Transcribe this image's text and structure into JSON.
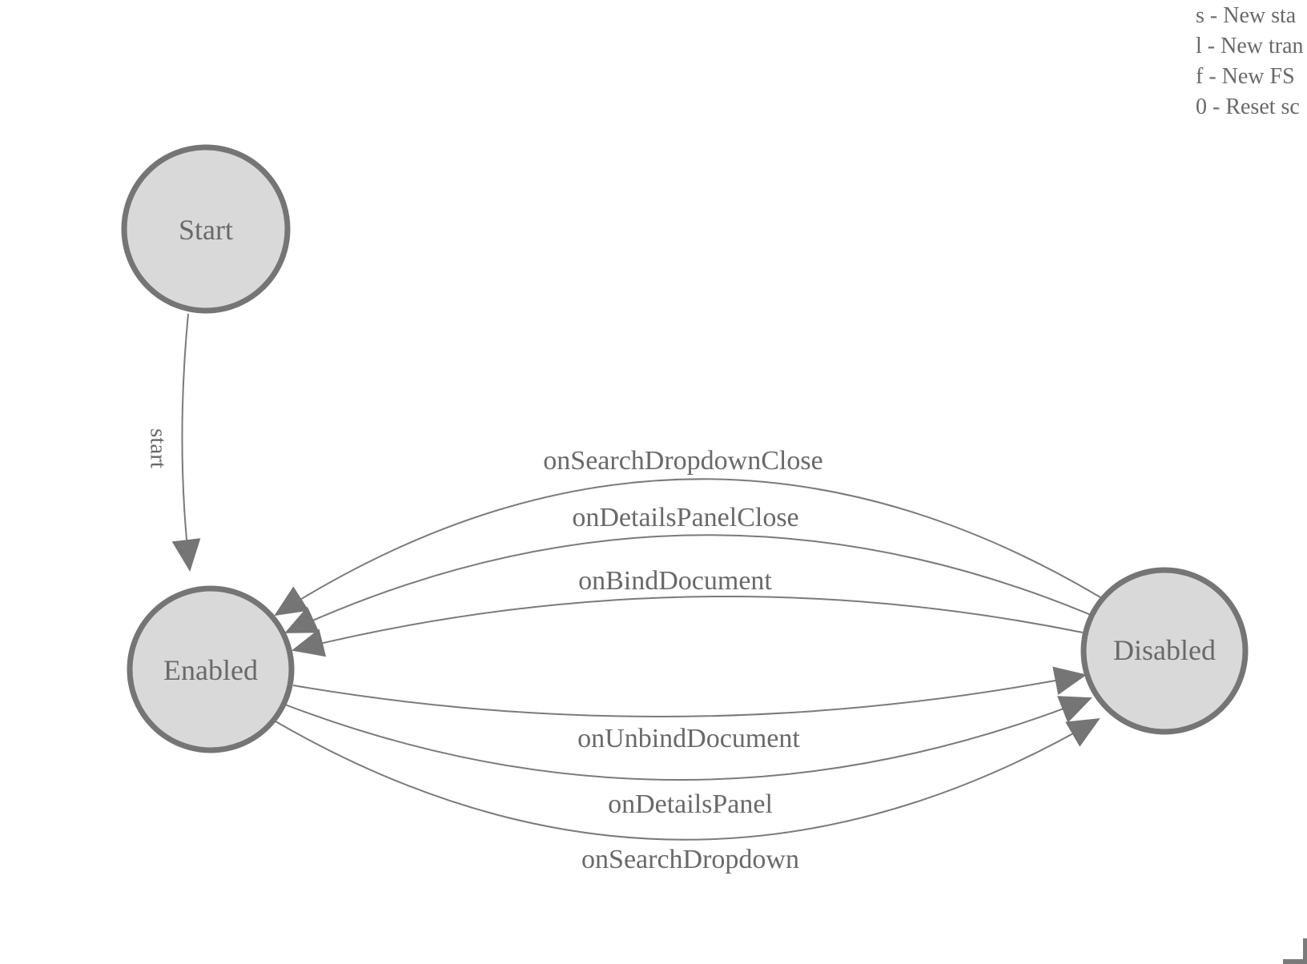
{
  "legend": {
    "lines": [
      "s - New sta",
      "l - New tran",
      "f - New FS",
      "0 - Reset sc"
    ]
  },
  "states": [
    {
      "id": "start",
      "label": "Start"
    },
    {
      "id": "enabled",
      "label": "Enabled"
    },
    {
      "id": "disabled",
      "label": "Disabled"
    }
  ],
  "transitions": [
    {
      "label": "start",
      "from": "Start",
      "to": "Enabled"
    },
    {
      "label": "onSearchDropdownClose",
      "from": "Disabled",
      "to": "Enabled"
    },
    {
      "label": "onDetailsPanelClose",
      "from": "Disabled",
      "to": "Enabled"
    },
    {
      "label": "onBindDocument",
      "from": "Disabled",
      "to": "Enabled"
    },
    {
      "label": "onUnbindDocument",
      "from": "Enabled",
      "to": "Disabled"
    },
    {
      "label": "onDetailsPanel",
      "from": "Enabled",
      "to": "Disabled"
    },
    {
      "label": "onSearchDropdown",
      "from": "Enabled",
      "to": "Disabled"
    }
  ],
  "colors": {
    "background": "#ffffff",
    "node-fill": "#d9d9d9",
    "node-stroke": "#757575",
    "edge-stroke": "#7a7a7a",
    "arrow-fill": "#757575",
    "text": "#696969"
  }
}
